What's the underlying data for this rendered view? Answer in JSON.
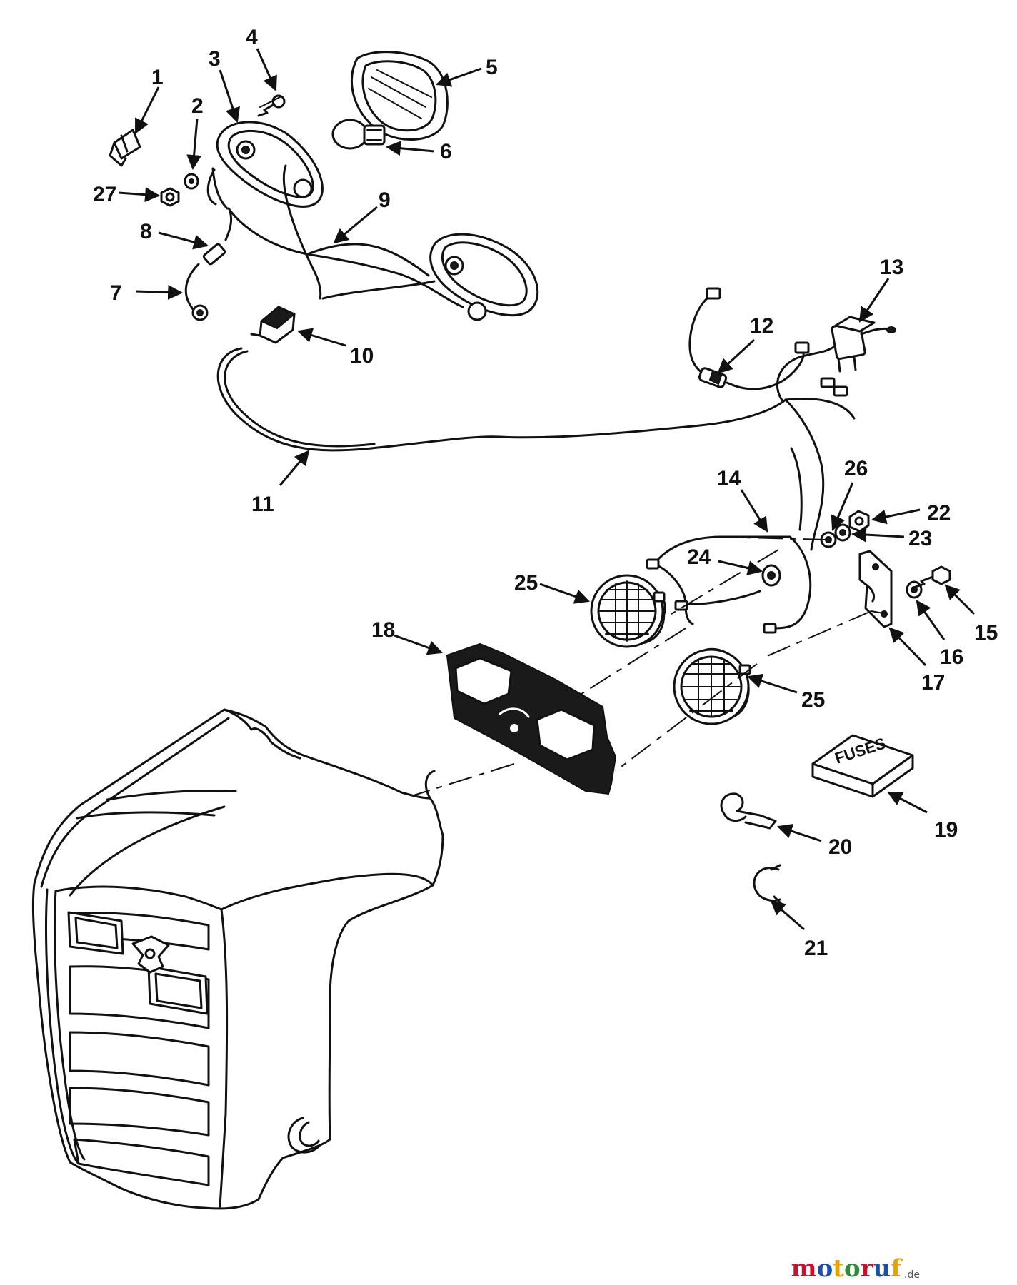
{
  "diagram": {
    "title": "Lighting kit exploded parts diagram",
    "callouts": [
      "1",
      "2",
      "3",
      "4",
      "5",
      "6",
      "7",
      "8",
      "9",
      "10",
      "11",
      "12",
      "13",
      "14",
      "15",
      "16",
      "17",
      "18",
      "19",
      "20",
      "21",
      "22",
      "23",
      "24",
      "25",
      "25",
      "26",
      "27"
    ],
    "fuse_box_label": "FUSES",
    "line_color": "#111111",
    "background_color": "#ffffff"
  },
  "watermark": {
    "letters": [
      "m",
      "o",
      "t",
      "o",
      "r",
      "u",
      "f"
    ],
    "letter_colors": [
      "#c8102e",
      "#1f4fa3",
      "#e8a200",
      "#2e8b3a",
      "#c8102e",
      "#1f4fa3",
      "#e8a200"
    ],
    "suffix": ".de"
  }
}
